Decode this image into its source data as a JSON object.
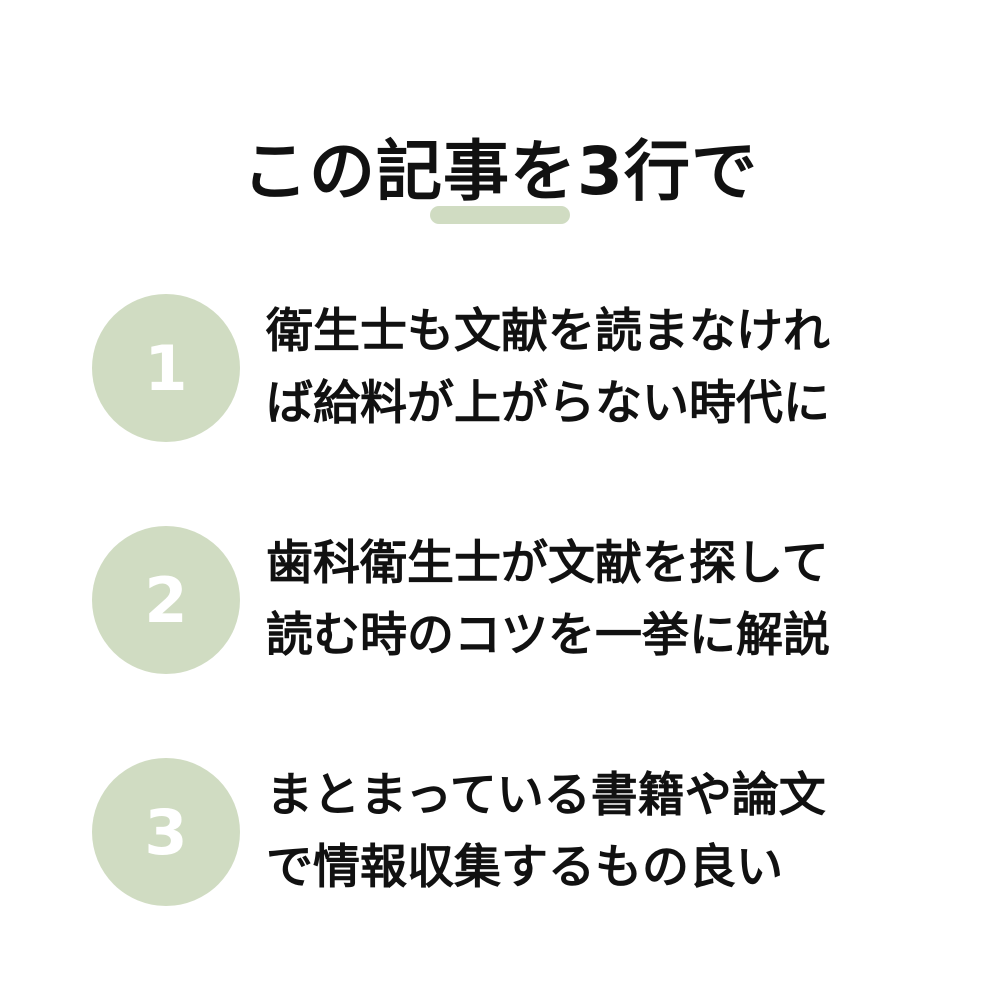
{
  "title": "この記事を3行で",
  "accent_color": "#d0dcc2",
  "items": [
    {
      "number": "1",
      "lines": [
        "衛生士も文献を読まなけれ",
        "ば給料が上がらない時代に"
      ]
    },
    {
      "number": "2",
      "lines": [
        "歯科衛生士が文献を探して",
        "読む時のコツを一挙に解説"
      ]
    },
    {
      "number": "3",
      "lines": [
        "まとまっている書籍や論文",
        "で情報収集するもの良い"
      ]
    }
  ]
}
